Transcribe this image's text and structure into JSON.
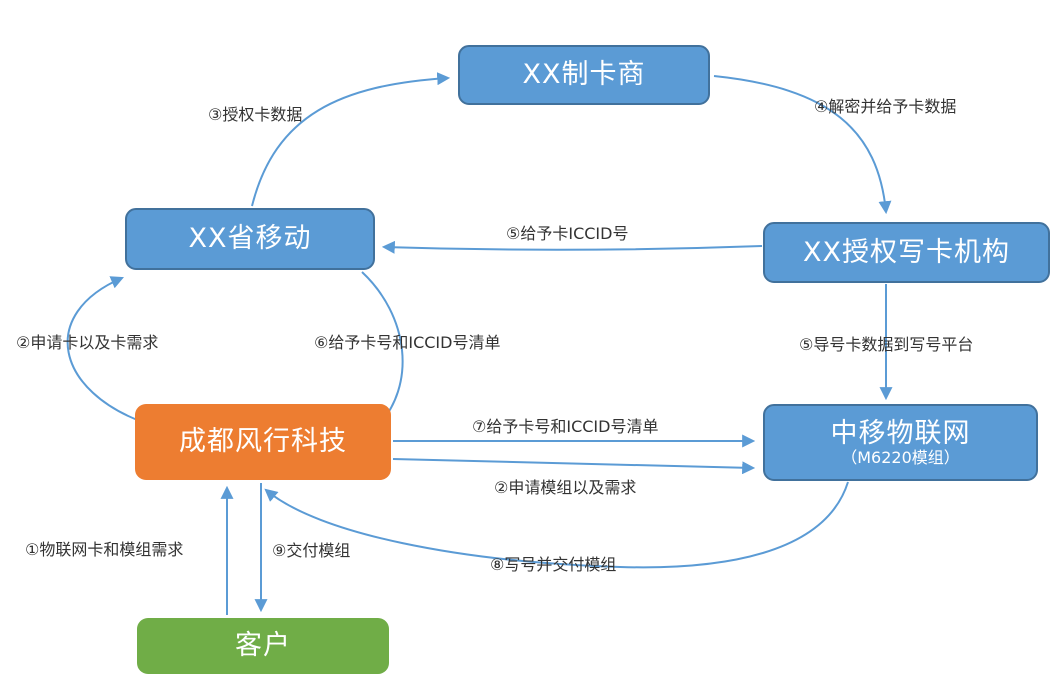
{
  "diagram": {
    "colors": {
      "node_blue": "#5B9BD5",
      "node_blue_border": "#41719C",
      "node_orange": "#ED7D31",
      "node_green": "#70AD47",
      "arrow": "#5B9BD5",
      "label_text": "#333333"
    },
    "nodes": {
      "card_maker": {
        "label": "XX制卡商"
      },
      "province_mobile": {
        "label": "XX省移动"
      },
      "authorized_card_writer": {
        "label": "XX授权写卡机构"
      },
      "chengdu_fengxing": {
        "label": "成都风行科技"
      },
      "cmiot": {
        "label": "中移物联网",
        "sublabel": "（M6220模组）"
      },
      "customer": {
        "label": "客户"
      }
    },
    "edges": {
      "e1": {
        "label": "①物联网卡和模组需求",
        "from": "customer",
        "to": "chengdu_fengxing"
      },
      "e2_card": {
        "label": "②申请卡以及卡需求",
        "from": "chengdu_fengxing",
        "to": "province_mobile"
      },
      "e3": {
        "label": "③授权卡数据",
        "from": "province_mobile",
        "to": "card_maker"
      },
      "e4": {
        "label": "④解密并给予卡数据",
        "from": "card_maker",
        "to": "authorized_card_writer"
      },
      "e5_iccid": {
        "label": "⑤给予卡ICCID号",
        "from": "authorized_card_writer",
        "to": "province_mobile"
      },
      "e5_import": {
        "label": "⑤导号卡数据到写号平台",
        "from": "authorized_card_writer",
        "to": "cmiot"
      },
      "e6": {
        "label": "⑥给予卡号和ICCID号清单",
        "from": "province_mobile",
        "to": "chengdu_fengxing"
      },
      "e7": {
        "label": "⑦给予卡号和ICCID号清单",
        "from": "chengdu_fengxing",
        "to": "cmiot"
      },
      "e2_module": {
        "label": "②申请模组以及需求",
        "from": "chengdu_fengxing",
        "to": "cmiot"
      },
      "e8": {
        "label": "⑧写号并交付模组",
        "from": "cmiot",
        "to": "chengdu_fengxing"
      },
      "e9": {
        "label": "⑨交付模组",
        "from": "chengdu_fengxing",
        "to": "customer"
      }
    }
  }
}
